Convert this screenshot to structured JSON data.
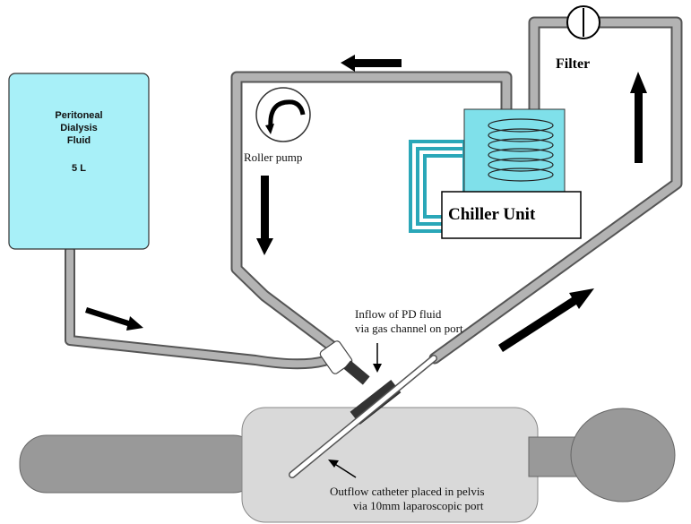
{
  "fluid_bag": {
    "line1": "Peritoneal",
    "line2": "Dialysis",
    "line3": "Fluid",
    "volume": "5 L"
  },
  "roller_pump": {
    "label": "Roller pump"
  },
  "filter": {
    "label": "Filter"
  },
  "chiller": {
    "label": "Chiller Unit"
  },
  "inflow": {
    "line1": "Inflow of PD fluid",
    "line2": "via gas channel on port"
  },
  "outflow": {
    "line1": "Outflow catheter placed in pelvis",
    "line2": "via 10mm laparoscopic port"
  },
  "colors": {
    "fluid": "#a8f0f8",
    "chiller_fluid": "#7fe0ea",
    "tubing": "#b3b3b3",
    "body": "#d9d9d9",
    "limbs": "#999999"
  }
}
